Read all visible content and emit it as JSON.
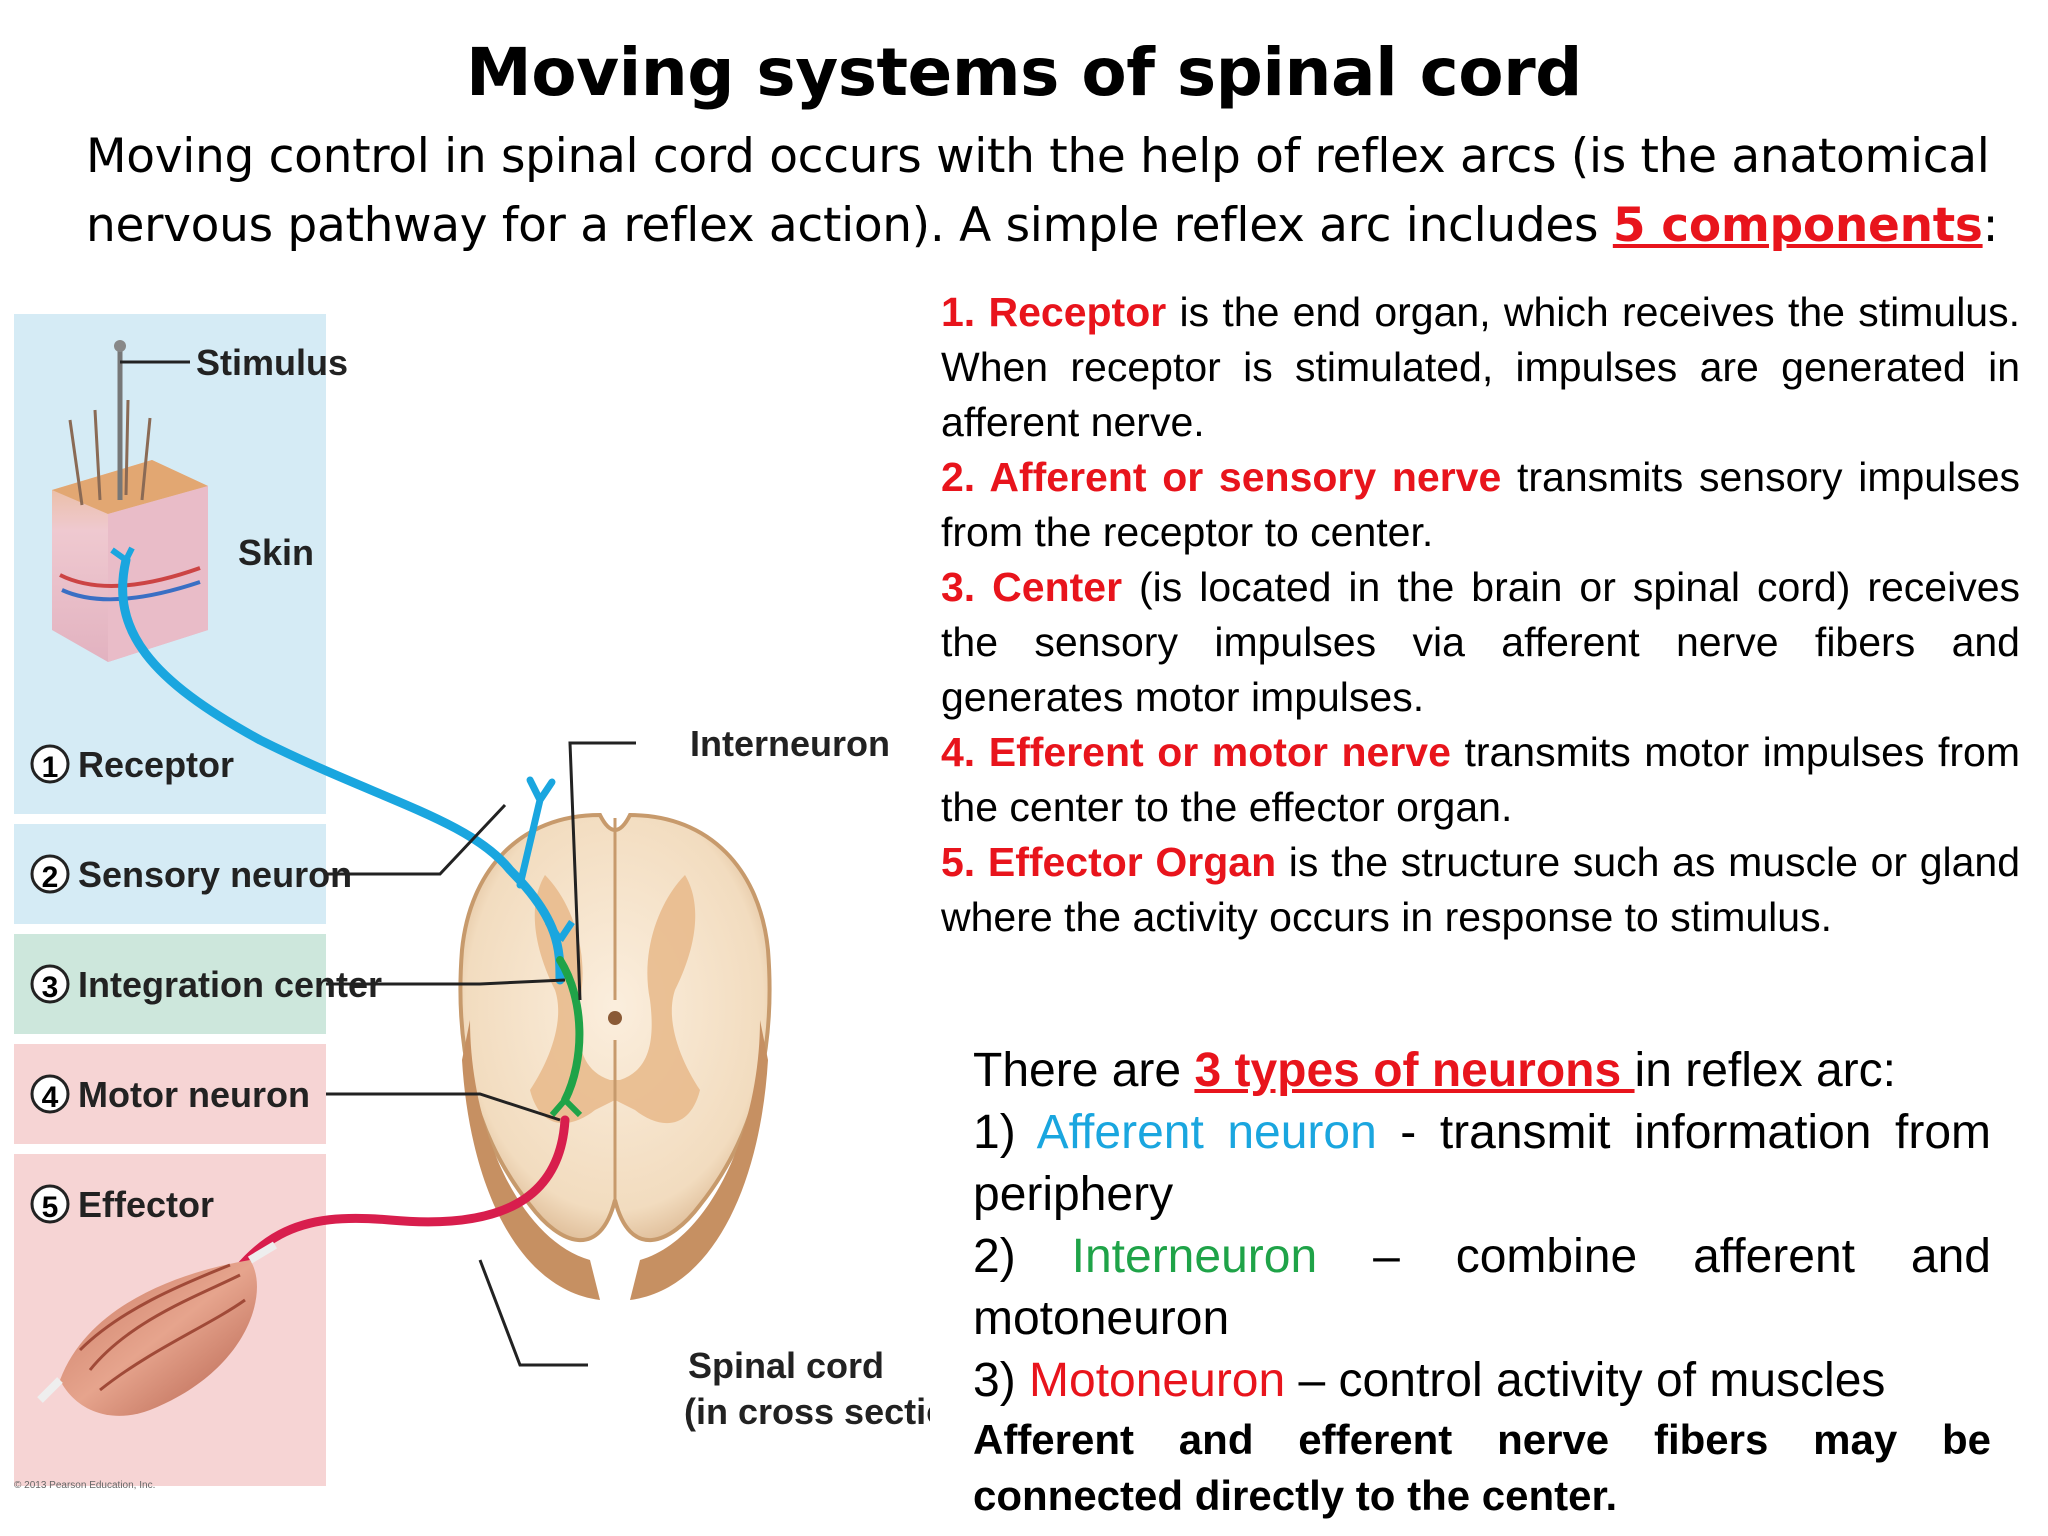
{
  "title": "Moving systems of spinal cord",
  "intro": {
    "part1": "Moving control in spinal cord occurs with the help of reflex arcs (is the anatomical nervous pathway for a reflex action). A simple reflex arc includes ",
    "highlight": "5 components",
    "part2": ":"
  },
  "components": [
    {
      "label": "1. Receptor",
      "text": " is the end organ, which receives the stimulus. When receptor is stimulated, impulses are generated in afferent nerve."
    },
    {
      "label": "2. Afferent or sensory nerve",
      "text": " transmits sensory impulses from the receptor to center."
    },
    {
      "label": "3. Center",
      "text": " (is located in the brain or spinal cord) receives the sensory impulses via afferent nerve fibers and generates motor impulses."
    },
    {
      "label": "4. Efferent or motor nerve",
      "text": " transmits motor impulses from the center to the effector organ."
    },
    {
      "label": "5. Effector Organ",
      "text": " is the structure such as muscle or gland where the activity occurs in response to stimulus."
    }
  ],
  "neurons": {
    "intro_pre": "There are ",
    "intro_highlight": "3 types of neurons ",
    "intro_post": "in reflex arc:",
    "items": [
      {
        "prefix": "1) ",
        "name": "Afferent neuron",
        "text": " - transmit information from periphery"
      },
      {
        "prefix": "2) ",
        "name": "Interneuron",
        "text": " – combine afferent and motoneuron"
      },
      {
        "prefix": "3) ",
        "name": "Motoneuron",
        "text": " – control activity of muscles"
      }
    ],
    "note": "Afferent and efferent nerve fibers may be connected directly to the center."
  },
  "figure": {
    "stimulus": "Stimulus",
    "skin": "Skin",
    "interneuron": "Interneuron",
    "spinal_cord_line1": "Spinal cord",
    "spinal_cord_line2": "(in cross section)",
    "copyright": "© 2013 Pearson Education, Inc.",
    "legend": [
      {
        "num": "1",
        "label": "Receptor"
      },
      {
        "num": "2",
        "label": "Sensory neuron"
      },
      {
        "num": "3",
        "label": "Integration center"
      },
      {
        "num": "4",
        "label": "Motor neuron"
      },
      {
        "num": "5",
        "label": "Effector"
      }
    ]
  },
  "colors": {
    "red": "#e8141c",
    "afferent_blue": "#1aa6df",
    "inter_green": "#1fa348",
    "panel_blue": "#d5ebf5",
    "panel_green": "#cde7dc",
    "panel_pink": "#f6d4d4"
  }
}
